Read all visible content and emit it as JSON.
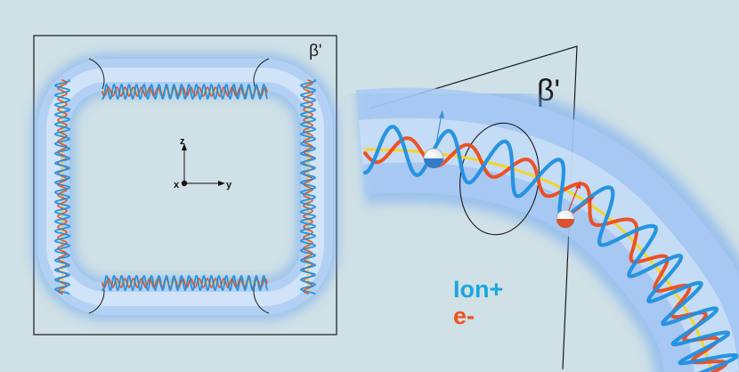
{
  "left_panel": {
    "plane_label": "β'",
    "axes": {
      "z": "z",
      "x": "x",
      "y": "y"
    }
  },
  "right_panel": {
    "plane_label": "β'",
    "legend": [
      {
        "label": "Ion+",
        "color": "#1aa6e0"
      },
      {
        "label": "e-",
        "color": "#f0501e"
      }
    ]
  },
  "colors": {
    "background": "#cfe0e6",
    "tube": "#7fb2ee",
    "ion_helix": "#1f8fe0",
    "electron_helix": "#ee4a1a",
    "guiding_field": "#f3d62a"
  }
}
